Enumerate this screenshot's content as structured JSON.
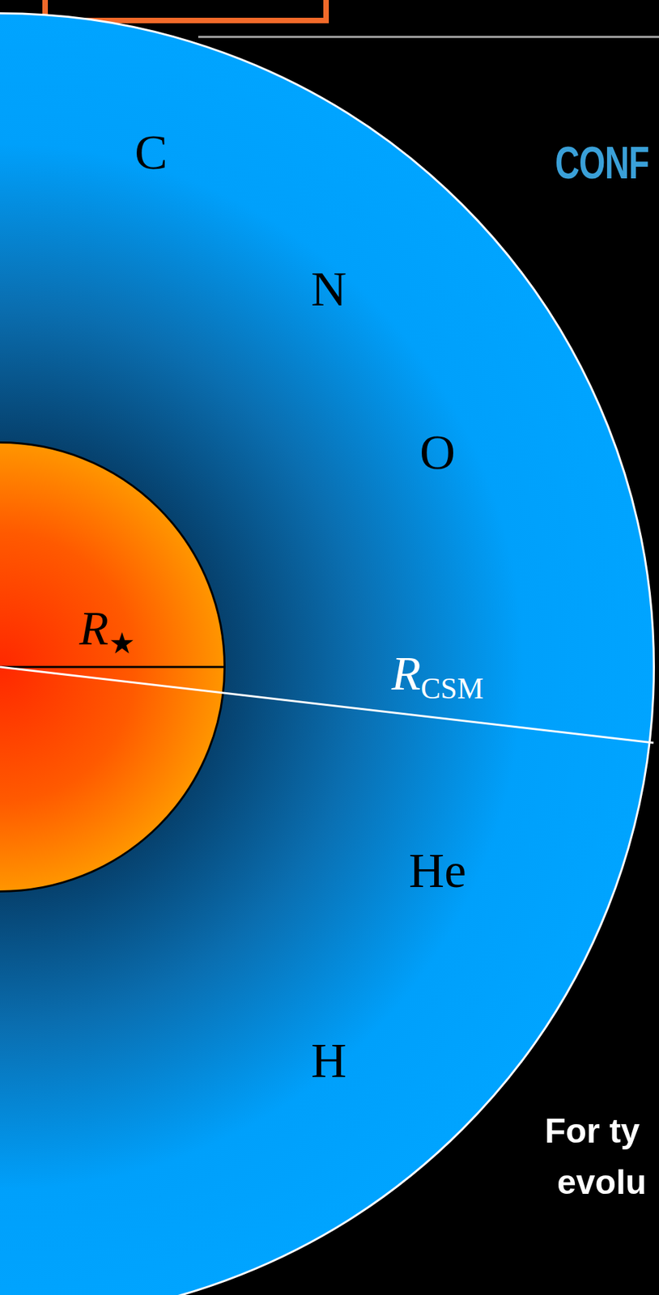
{
  "diagram": {
    "nodes": [
      {
        "text": [
          "C",
          "N",
          "O",
          "RCSM",
          "He",
          "H"
        ]
      },
      {
        "text": [
          "R★"
        ],
        "in": 0
      }
    ],
    "labels": [
      "CONF",
      "For ty",
      "evolu"
    ]
  }
}
